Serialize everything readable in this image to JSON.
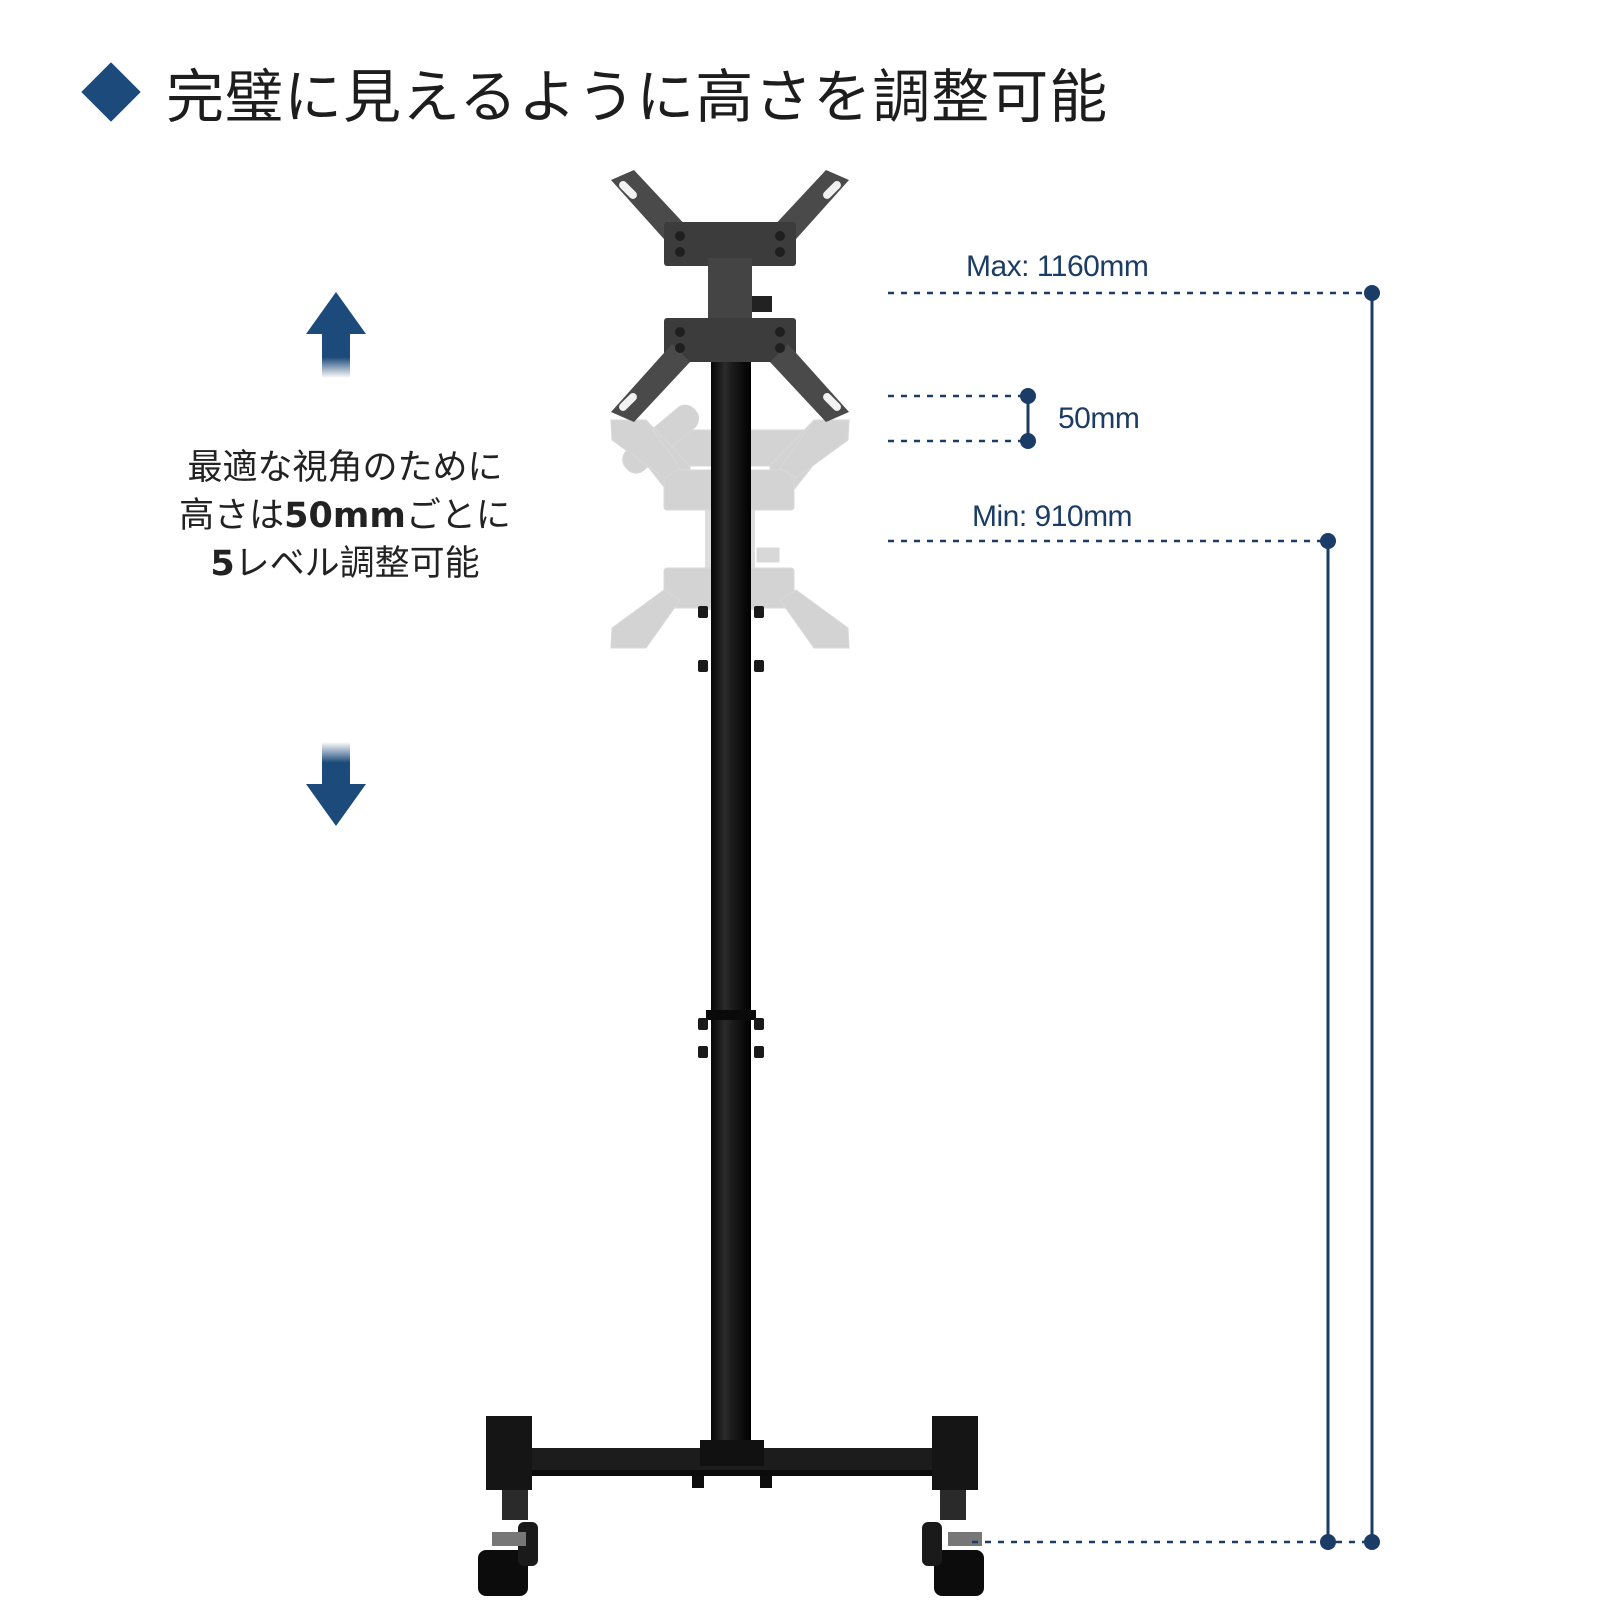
{
  "header": {
    "title": "完璧に見えるように高さを調整可能"
  },
  "description": {
    "line1": "最適な視角のために",
    "line2_prefix": "高さは",
    "line2_bold": "50mm",
    "line2_suffix": "ごとに",
    "line3_bold": "5",
    "line3_suffix": "レベル調整可能"
  },
  "dimensions": {
    "max_label": "Max: 1160mm",
    "step_label": "50mm",
    "min_label": "Min: 910mm"
  },
  "colors": {
    "accent": "#1c4a7a",
    "dimension": "#1b3c66",
    "stand": "#111111"
  },
  "icons": {
    "title_bullet": "diamond-icon",
    "up": "arrow-up-icon",
    "down": "arrow-down-icon"
  }
}
